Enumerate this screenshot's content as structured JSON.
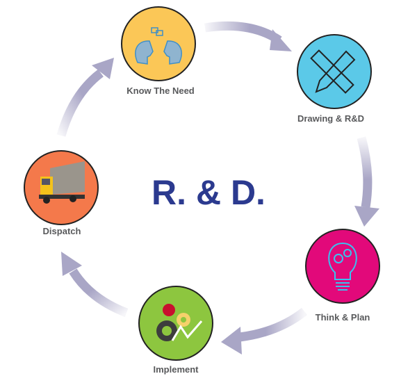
{
  "title": "R. & D.",
  "steps": [
    {
      "label": "Know The Need",
      "icon": "two-heads-talking-icon",
      "color": "#fbc757"
    },
    {
      "label": "Drawing & R&D",
      "icon": "ruler-pencil-icon",
      "color": "#5bc9e8"
    },
    {
      "label": "Think & Plan",
      "icon": "lightbulb-gears-icon",
      "color": "#e2097a"
    },
    {
      "label": "Implement",
      "icon": "gears-chart-icon",
      "color": "#8dc63f"
    },
    {
      "label": "Dispatch",
      "icon": "truck-icon",
      "color": "#f4794b"
    }
  ],
  "colors": {
    "arrow": "#a9a6c6",
    "title": "#2b3a8f",
    "label": "#58595b"
  }
}
